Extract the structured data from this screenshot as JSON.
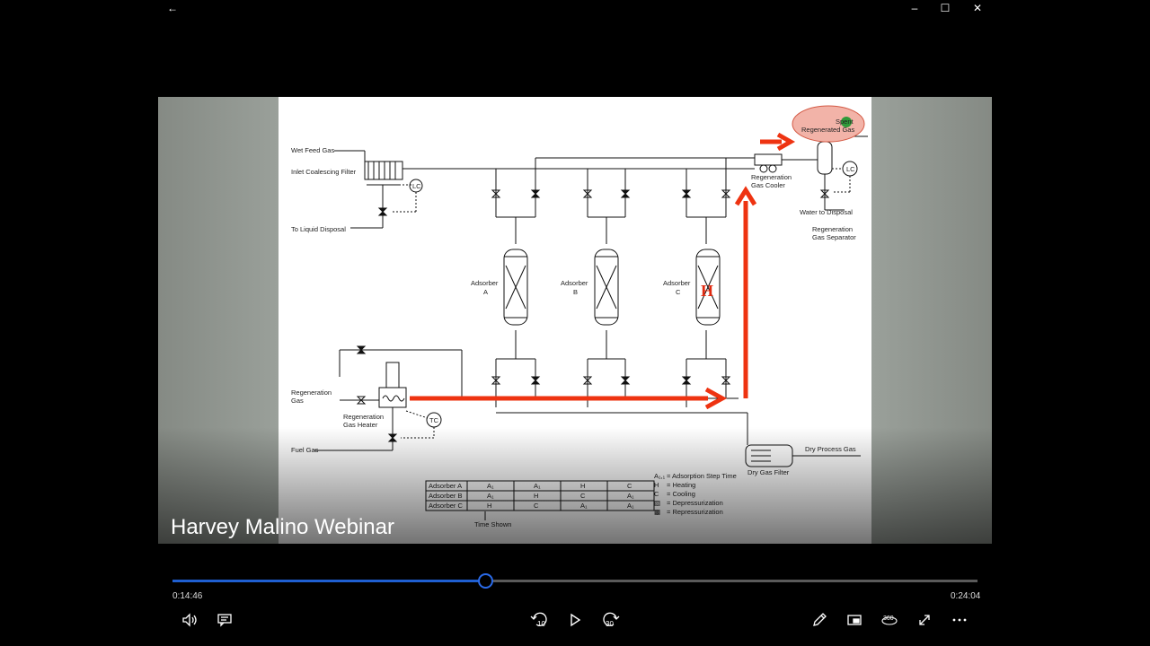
{
  "window": {
    "back_glyph": "←",
    "min_glyph": "–",
    "max_glyph": "☐",
    "close_glyph": "✕"
  },
  "video": {
    "caption": "Harvey Malino Webinar"
  },
  "slide": {
    "labels": {
      "wet_feed_gas": "Wet Feed Gas",
      "inlet_filter": "Inlet Coalescing Filter",
      "liquid_disposal": "To Liquid Disposal",
      "lc": "LC",
      "tc": "TC",
      "adsorber": "Adsorber",
      "a": "A",
      "b": "B",
      "c": "C",
      "h_mark": "H",
      "regen_gas_cooler_1": "Regeneration",
      "regen_gas_cooler_2": "Gas Cooler",
      "spent": "Spent",
      "regen_gas": "Regenerated Gas",
      "water_disposal": "Water to Disposal",
      "regen_separator_1": "Regeneration",
      "regen_separator_2": "Gas Separator",
      "regeneration": "Regeneration",
      "gas": "Gas",
      "heater_1": "Regeneration",
      "heater_2": "Gas Heater",
      "fuel_gas": "Fuel Gas",
      "dry_process_gas": "Dry Process Gas",
      "dry_gas_filter": "Dry Gas Filter",
      "time_shown": "Time Shown"
    },
    "schedule": {
      "rows": [
        {
          "name": "Adsorber A",
          "cells": [
            "A₁",
            "A₁",
            "H",
            "C"
          ]
        },
        {
          "name": "Adsorber B",
          "cells": [
            "A₁",
            "H",
            "C",
            "A₁"
          ]
        },
        {
          "name": "Adsorber C",
          "cells": [
            "H",
            "C",
            "A₁",
            "A₁"
          ]
        }
      ]
    },
    "legend": [
      {
        "key": "A₁,₁",
        "text": "= Adsorption Step Time"
      },
      {
        "key": "H",
        "text": "= Heating"
      },
      {
        "key": "C",
        "text": "= Cooling"
      },
      {
        "key": "▧",
        "text": "= Depressurization"
      },
      {
        "key": "▩",
        "text": "= Repressurization"
      }
    ]
  },
  "player": {
    "current_time": "0:14:46",
    "total_time": "0:24:04",
    "progress": 0.388,
    "skip_back": "10",
    "skip_forward": "30",
    "icons": [
      "volume-icon",
      "captions-icon",
      "replay-10-icon",
      "play-icon",
      "forward-30-icon",
      "pen-icon",
      "miniplayer-icon",
      "360-icon",
      "fullscreen-icon",
      "more-icon"
    ],
    "colors": {
      "accent": "#1f5fd1",
      "arrow": "#ee3311"
    }
  }
}
